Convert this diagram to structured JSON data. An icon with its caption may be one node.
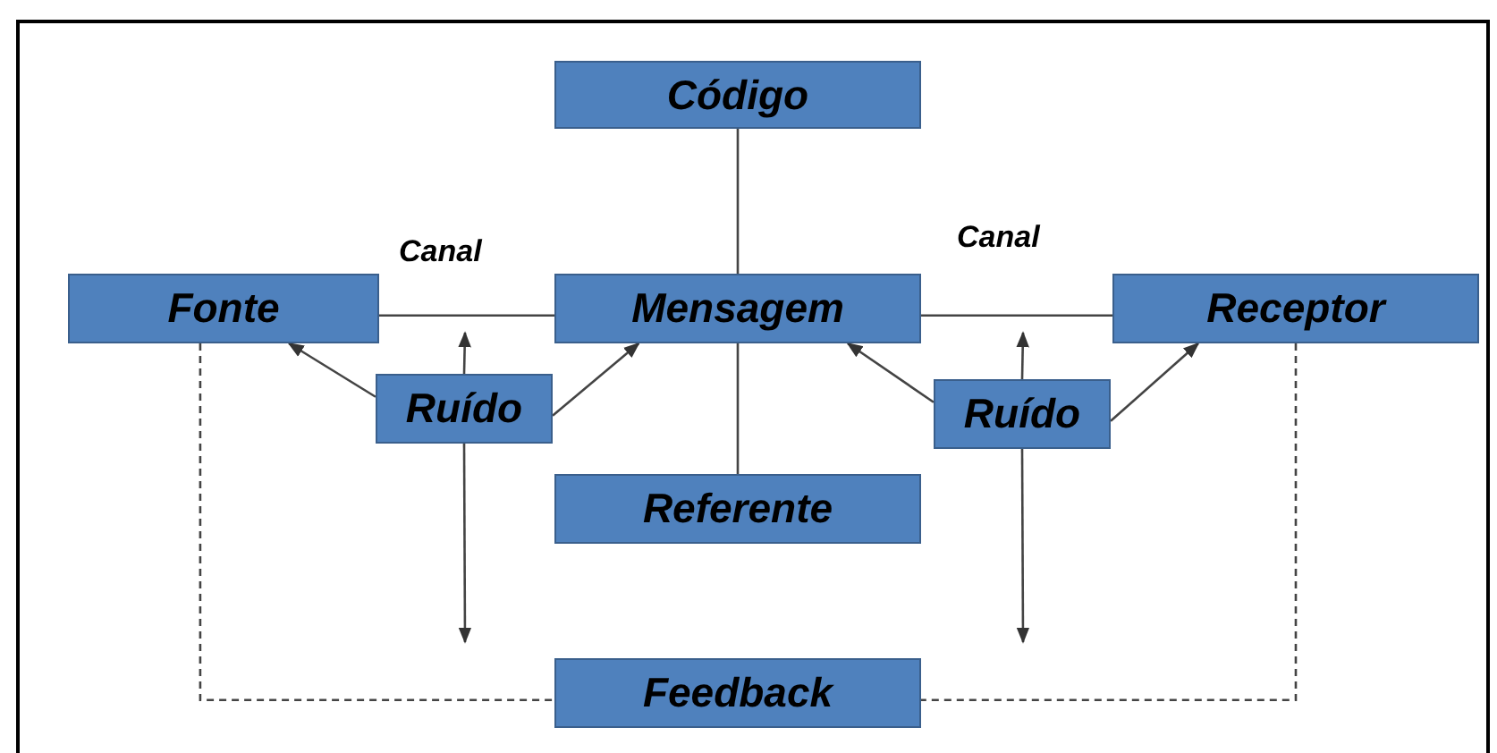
{
  "diagram": {
    "nodes": [
      {
        "text": [
          "Código"
        ]
      },
      {
        "text": [
          "Fonte"
        ]
      },
      {
        "text": [
          "Mensagem"
        ]
      },
      {
        "text": [
          "Receptor"
        ]
      },
      {
        "text": [
          "Ruído"
        ]
      },
      {
        "text": [
          "Ruído"
        ]
      },
      {
        "text": [
          "Referente"
        ]
      },
      {
        "text": [
          "Feedback"
        ]
      }
    ],
    "edges": [
      {
        "from": 0,
        "to": 2,
        "arrow": "none"
      },
      {
        "from": 1,
        "to": 2,
        "arrow": "none"
      },
      {
        "from": 2,
        "to": 3,
        "arrow": "none"
      },
      {
        "from": 2,
        "to": 6,
        "arrow": "none"
      },
      {
        "from": 4,
        "to": null,
        "arrow": "to"
      },
      {
        "from": 4,
        "to": 1,
        "arrow": "to"
      },
      {
        "from": 4,
        "to": 2,
        "arrow": "to"
      },
      {
        "from": 4,
        "to": null,
        "arrow": "to"
      },
      {
        "from": 5,
        "to": null,
        "arrow": "to"
      },
      {
        "from": 5,
        "to": 2,
        "arrow": "to"
      },
      {
        "from": 5,
        "to": 3,
        "arrow": "to"
      },
      {
        "from": 5,
        "to": null,
        "arrow": "to"
      },
      {
        "from": 1,
        "to": 7,
        "arrow": "none",
        "style": "dashed"
      },
      {
        "from": 3,
        "to": 7,
        "arrow": "none",
        "style": "dashed"
      }
    ],
    "labels": [
      "Canal",
      "Canal"
    ]
  }
}
